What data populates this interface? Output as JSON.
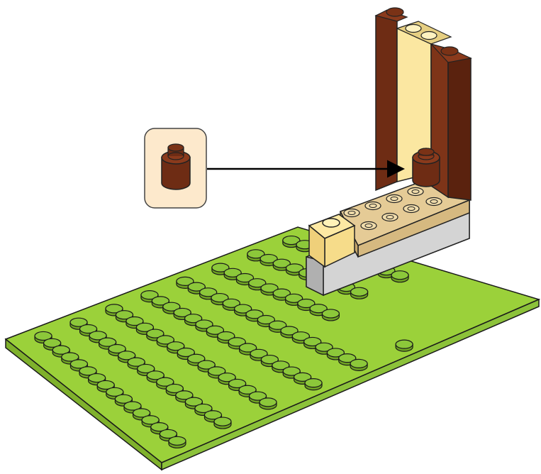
{
  "step": {
    "parts_callout": {
      "items": [
        {
          "part": "round-brick-1x1",
          "color": "#6e2c14",
          "quantity_label": ""
        }
      ],
      "background": "#fde9cc",
      "border": "#444444"
    },
    "arrow": {
      "color": "#000000"
    },
    "colors": {
      "baseplate": "#9bd13a",
      "baseplate_stud_top": "#8cc83a",
      "baseplate_outline": "#1a1a1a",
      "light_grey": "#c8c8c8",
      "tan": "#e3c993",
      "light_yellow": "#fbe8a0",
      "reddish_brown": "#6e2c14",
      "reddish_brown_dark": "#4a1a08"
    },
    "model": {
      "baseplate": {
        "studs_across": 16,
        "studs_deep": 8
      },
      "pillar_left": "reddish-brown",
      "pillar_center": "light-yellow",
      "pillar_right": "reddish-brown",
      "new_part": "round-brick-1x1"
    }
  }
}
